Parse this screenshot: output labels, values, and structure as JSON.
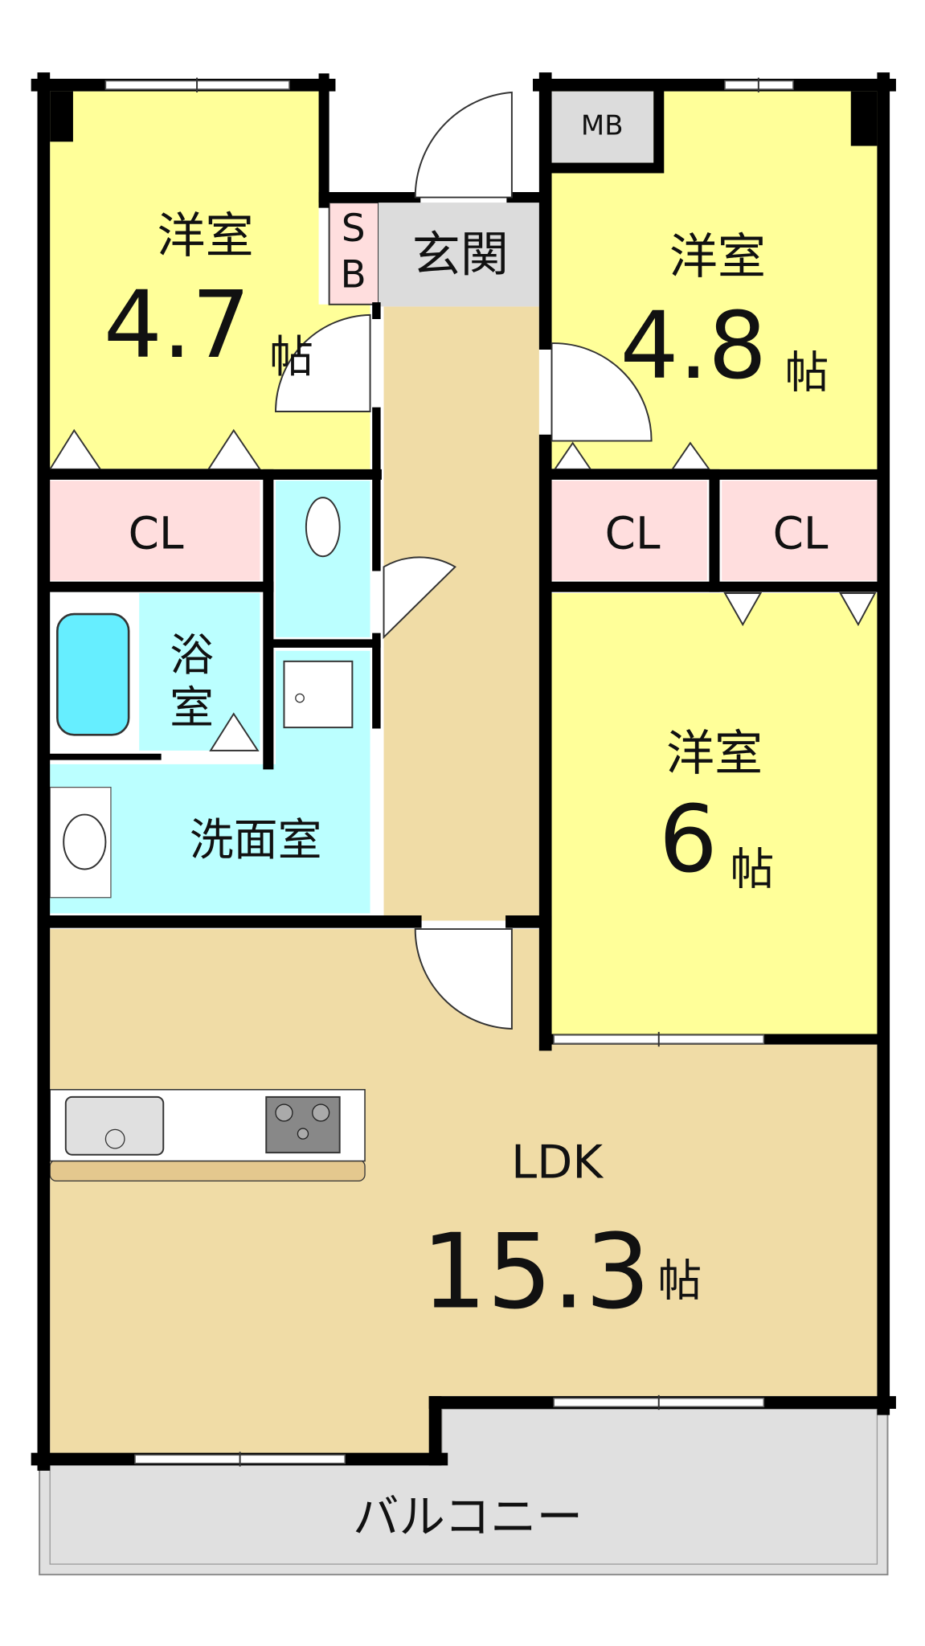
{
  "colors": {
    "western_room": "#ffff99",
    "closet": "#ffdede",
    "wet_area": "#bbffff",
    "floor_wood": "#f0dca6",
    "entrance": "#dcdcdc",
    "balcony": "#e0e0e0",
    "wall": "#000000"
  },
  "rooms": {
    "room_left": {
      "label": "洋室",
      "size": "4.7",
      "unit": "帖"
    },
    "room_right_top": {
      "label": "洋室",
      "size": "4.8",
      "unit": "帖"
    },
    "room_right_bottom": {
      "label": "洋室",
      "size": "6",
      "unit": "帖"
    },
    "ldk": {
      "label": "LDK",
      "size": "15.3",
      "unit": "帖"
    },
    "closets": [
      "CL",
      "CL",
      "CL"
    ],
    "shoe_box": {
      "line1": "S",
      "line2": "B"
    },
    "meter_box": "MB",
    "entrance": "玄関",
    "bathroom": {
      "line1": "浴",
      "line2": "室"
    },
    "washroom": "洗面室",
    "balcony": "バルコニー"
  }
}
